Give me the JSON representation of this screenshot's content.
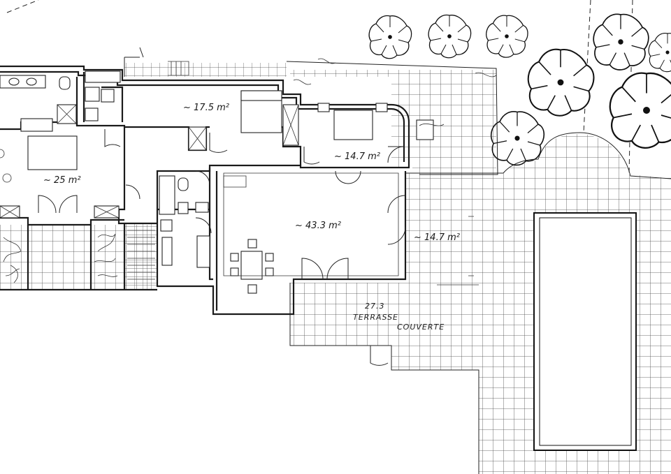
{
  "rooms": {
    "bedroom_1_area": "~ 17.5 m²",
    "bedroom_2_area": "~ 14.7 m²",
    "master_bedroom_area": "~ 25 m²",
    "living_room_area": "~ 43.3 m²",
    "terrace_side_area": "~ 14.7 m²"
  },
  "terrace": {
    "area": "27.3",
    "line1": "TERRASSE",
    "line2": "COUVERTE"
  },
  "colors": {
    "ink": "#1a1a1a",
    "paper": "#ffffff"
  }
}
